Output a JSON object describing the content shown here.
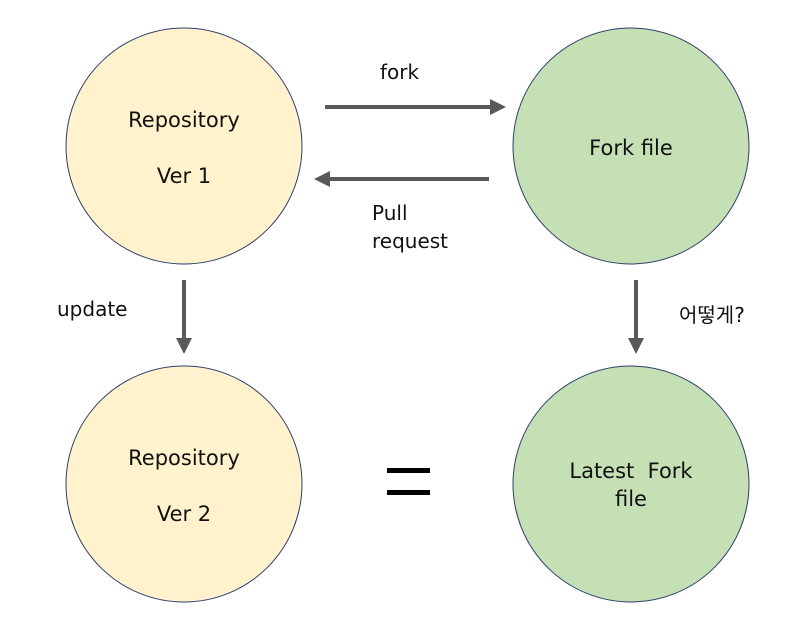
{
  "nodes": {
    "repo_v1": {
      "line1": "Repository",
      "line2": "Ver 1",
      "color": "#fff2cc"
    },
    "fork_file": {
      "line1": "Fork file",
      "color": "#c5e0b4"
    },
    "repo_v2": {
      "line1": "Repository",
      "line2": "Ver 2",
      "color": "#fff2cc"
    },
    "latest_fork": {
      "line1": "Latest  Fork",
      "line2": "file",
      "color": "#c5e0b4"
    }
  },
  "edges": {
    "fork": {
      "label": "fork"
    },
    "pull_request": {
      "line1": "Pull",
      "line2": "request"
    },
    "update": {
      "label": "update"
    },
    "how": {
      "label": "어떻게?"
    }
  },
  "relation": {
    "symbol": "equals"
  },
  "colors": {
    "outline": "#2f3e6b",
    "arrow": "#595959"
  }
}
